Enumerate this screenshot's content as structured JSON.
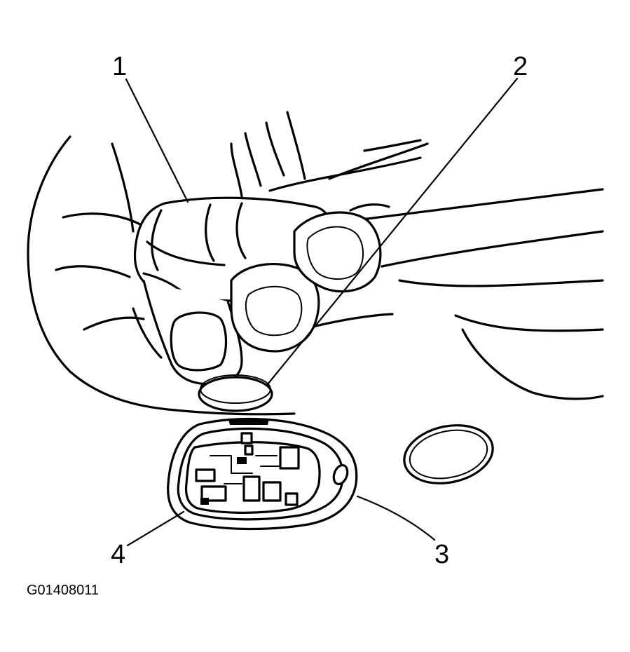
{
  "figure": {
    "id": "G01408011",
    "callouts": [
      {
        "key": "1",
        "label": "1"
      },
      {
        "key": "2",
        "label": "2"
      },
      {
        "key": "3",
        "label": "3"
      },
      {
        "key": "4",
        "label": "4"
      }
    ]
  }
}
